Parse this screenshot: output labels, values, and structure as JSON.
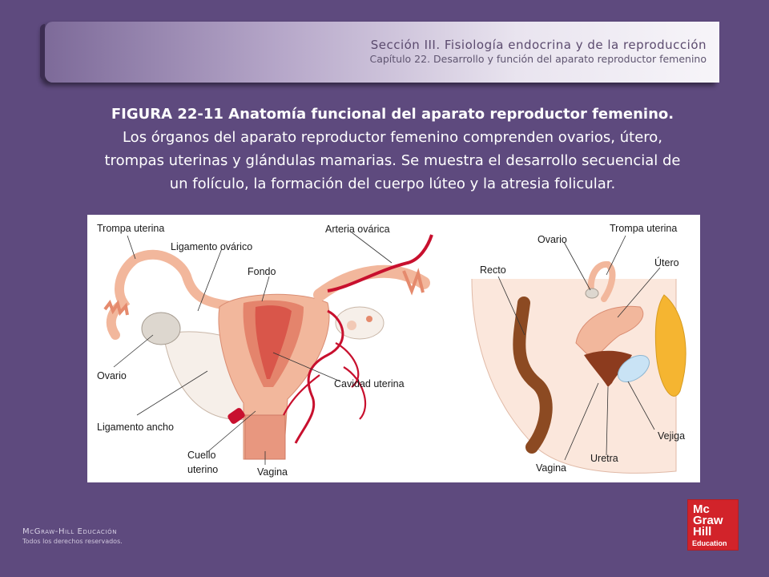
{
  "header": {
    "section_title": "Sección III.   Fisiología endocrina y de la reproducción",
    "chapter": "Capítulo 22.  Desarrollo y función del aparato reproductor femenino"
  },
  "caption": {
    "bold": "FIGURA 22-11 Anatomía funcional del aparato reproductor femenino.",
    "text": " Los órganos del aparato reproductor femenino comprenden ovarios, útero, trompas uterinas y glándulas mamarias. Se muestra el desarrollo secuencial de un folículo, la formación del cuerpo lúteo y la atresia folicular."
  },
  "figure": {
    "labels": {
      "trompa_left": "Trompa uterina",
      "ligamento_ovarico": "Ligamento ovárico",
      "fondo": "Fondo",
      "arteria_ovarica": "Arteria ovárica",
      "ovario_left": "Ovario",
      "cavidad_uterina": "Cavidad uterina",
      "ligamento_ancho": "Ligamento ancho",
      "cuello_1": "Cuello",
      "cuello_2": "uterino",
      "vagina_left": "Vagina",
      "ovario_right": "Ovario",
      "trompa_right": "Trompa uterina",
      "recto": "Recto",
      "utero": "Útero",
      "vejiga": "Vejiga",
      "vagina_right": "Vagina",
      "uretra": "Uretra"
    },
    "colors": {
      "uterus": "#f2b79c",
      "artery": "#c8102e",
      "cavity": "#d9564a",
      "ovary": "#ddd7cf",
      "rectum": "#8c4a22",
      "bladder": "#c9e3f5",
      "fat": "#f5b531"
    }
  },
  "footer": {
    "publisher": "McGraw-Hill Educación",
    "rights": "Todos los derechos reservados."
  },
  "logo": {
    "line1": "Mc",
    "line2": "Graw",
    "line3": "Hill",
    "line4": "Education"
  }
}
